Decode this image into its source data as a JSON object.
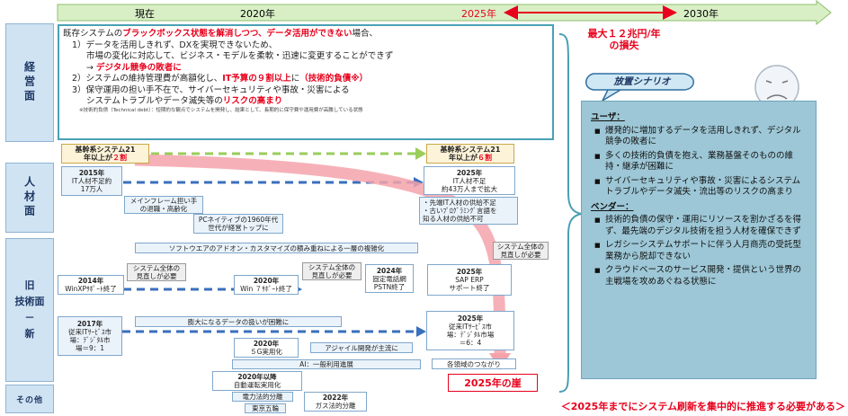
{
  "timeline": {
    "current_label": "現在",
    "year_2020": "2020年",
    "year_2025": "2025年",
    "year_2030": "2030年"
  },
  "loss": {
    "line1": "最大１２兆円/年",
    "line2": "の損失"
  },
  "sidebar": {
    "management": "経営面",
    "hr": "人材面",
    "tech_old": "旧",
    "tech_mid": "技術面",
    "tech_dash": "－",
    "tech_new": "新",
    "other": "その他"
  },
  "main": {
    "l1_a": "既存システムの",
    "l1_b": "ブラックボックス状態を解消しつつ、データ活用ができない",
    "l1_c": "場合、",
    "l2": "1）データを活用しきれず、DXを実現できないため、",
    "l3": "市場の変化に対応して、ビジネス・モデルを柔軟・迅速に変更することができず",
    "l4_a": "→ ",
    "l4_b": "デジタル競争の敗者に",
    "l5_a": "2）システムの維持管理費が高額化し、",
    "l5_b": "IT予算の９割以上",
    "l5_c": "に",
    "l5_d": "（技術的負債※）",
    "l6": "3）保守運用の担い手不在で、サイバーセキュリティや事故・災害による",
    "l7_a": "システムトラブルやデータ滅失等の",
    "l7_b": "リスクの高まり",
    "note": "※技術的負債（Technical debt）：短期的な観点でシステムを開発し、結果として、長期的に保守費や運用費が高騰している状態"
  },
  "core_left": {
    "line1": "基幹系システム21",
    "line2_a": "年以上が",
    "line2_b": "２割"
  },
  "core_right": {
    "line1": "基幹系システム21",
    "line2_a": "年以上が",
    "line2_b": "６割"
  },
  "hr": {
    "y2015_year": "2015年",
    "y2015_l1": "IT人材不足約",
    "y2015_l2": "17万人",
    "y2025_year": "2025年",
    "y2025_l1": "IT人材不足",
    "y2025_l2": "約43万人まで拡大",
    "mainframe_l1": "メインフレーム担い手",
    "mainframe_l2": "の退職・高齢化",
    "lang_l1": "・先端IT人材の供給不足",
    "lang_l2": "・古いﾌﾟﾛｸﾞﾗﾐﾝｸﾞ言語を",
    "lang_l3": "知る人材の供給不可",
    "pc_l1": "PCネイティブの1960年代",
    "pc_l2": "世代が経営トップに"
  },
  "tech": {
    "addon": "ソフトウエアのアドオン・カスタマイズの積み重ねによる一層の複雑化",
    "review_a_l1": "システム全体の",
    "review_a_l2": "見直しが必要",
    "review_b_l1": "システム全体の",
    "review_b_l2": "見直しが必要",
    "review_c_l1": "システム全体の",
    "review_c_l2": "見直しが必要",
    "y2014_year": "2014年",
    "y2014_text": "WinXPｻﾎﾟｰﾄ終了",
    "y2020_year": "2020年",
    "y2020_text": "Win ７ｻﾎﾟｰﾄ終了",
    "y2024_year": "2024年",
    "y2024_l1": "固定電話網",
    "y2024_l2": "PSTN終了",
    "sap_year": "2025年",
    "sap_l1": "SAP ERP",
    "sap_l2": "サポート終了",
    "data_vol": "膨大になるデータの扱いが困難に",
    "m2017_year": "2017年",
    "m2017_l1": "従来ITｻｰﾋﾞｽ市",
    "m2017_l2": "場：ﾃﾞｼﾞﾀﾙ市",
    "m2017_l3": "場＝9：1",
    "m2025_year": "2025年",
    "m2025_l1": "従来ITｻｰﾋﾞｽ市",
    "m2025_l2": "場：ﾃﾞｼﾞﾀﾙ市場",
    "m2025_l3": "＝6：4",
    "g5_year": "2020年",
    "g5_text": "５G実用化",
    "agile": "アジャイル開発が主流に",
    "ai": "AI：一般利用進展",
    "connect": "各領域のつながり"
  },
  "other": {
    "auto_year": "2020年以降",
    "auto_text": "自動運転実用化",
    "power": "電力法的分離",
    "olympics": "東京五輪",
    "gas_year": "2022年",
    "gas_text": "ガス法的分離"
  },
  "cliff_label": "2025年の崖",
  "scenario": {
    "title": "放置シナリオ",
    "user_head": "ユーザ：",
    "user_items": [
      "爆発的に増加するデータを活用しきれず、デジタル競争の敗者に",
      "多くの技術的負債を抱え、業務基盤そのものの維持・継承が困難に",
      "サイバーセキュリティや事故・災害によるシステムトラブルやデータ滅失・流出等のリスクの高まり"
    ],
    "vendor_head": "ベンダー：",
    "vendor_items": [
      "技術的負債の保守・運用にリソースを割かざるを得ず、最先端のデジタル技術を担う人材を確保できず",
      "レガシーシステムサポートに伴う人月商売の受託型業務から脱却できない",
      "クラウドベースのサービス開発・提供という世界の主戦場を攻めあぐねる状態に"
    ]
  },
  "footer": "＜2025年までにシステム刷新を集中的に推進する必要がある＞",
  "colors": {
    "accent_red": "#e8001c",
    "timeline_green": "#d8efc6",
    "panel_blue": "#9dc7d6",
    "side_blue": "#cfe3f3"
  }
}
